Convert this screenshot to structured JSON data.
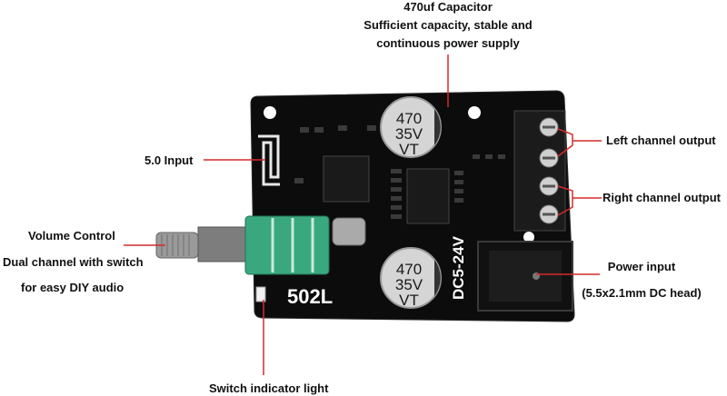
{
  "callouts": {
    "capacitor_title": "470uf Capacitor",
    "capacitor_desc_1": "Sufficient capacity, stable and",
    "capacitor_desc_2": "continuous power supply",
    "input_5_0": "5.0 Input",
    "left_channel": "Left channel output",
    "right_channel": "Right channel output",
    "volume_1": "Volume Control",
    "volume_2": "Dual channel with switch",
    "volume_3": "for easy DIY audio",
    "power_input": "Power input",
    "power_spec": "(5.5x2.1mm DC head)",
    "switch_light": "Switch indicator light"
  },
  "board": {
    "model": "502L",
    "voltage": "DC5-24V",
    "cap_value": "470",
    "cap_voltage": "35V",
    "cap_series": "VT"
  },
  "colors": {
    "pcb": "#0c0c0d",
    "callout_line": "#d62a2a",
    "potentiometer": "#3aa87e"
  }
}
